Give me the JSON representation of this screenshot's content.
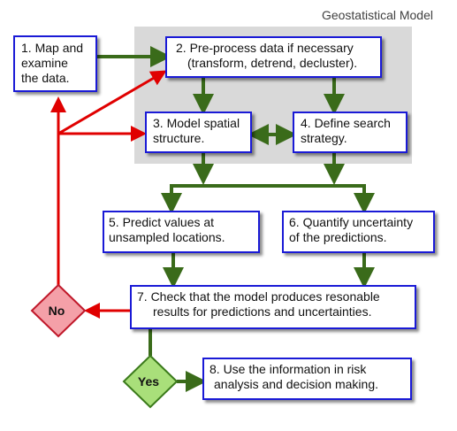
{
  "title": "Geostatistical Model",
  "steps": {
    "s1": [
      "1. Map and",
      "examine",
      "the data."
    ],
    "s2": [
      "2. Pre-process data if necessary",
      "(transform, detrend, decluster)."
    ],
    "s3": [
      "3. Model spatial",
      "structure."
    ],
    "s4": [
      "4. Define search",
      "strategy."
    ],
    "s5": [
      "5. Predict values at",
      "unsampled locations."
    ],
    "s6": [
      "6. Quantify uncertainty",
      "of the predictions."
    ],
    "s7": [
      "7. Check that the model produces resonable",
      "results for predictions and uncertainties."
    ],
    "s8": [
      "8. Use the information in risk",
      "analysis and decision making."
    ]
  },
  "decisions": {
    "no": "No",
    "yes": "Yes"
  },
  "colors": {
    "box_border": "#1a1ad6",
    "green_arrow": "#3a6b1a",
    "red_arrow": "#e00000",
    "no_fill": "#f4a0a8",
    "no_border": "#c0182a",
    "yes_fill": "#a9df7a",
    "yes_border": "#3a7a1a",
    "region_fill": "#d9d9d9"
  }
}
